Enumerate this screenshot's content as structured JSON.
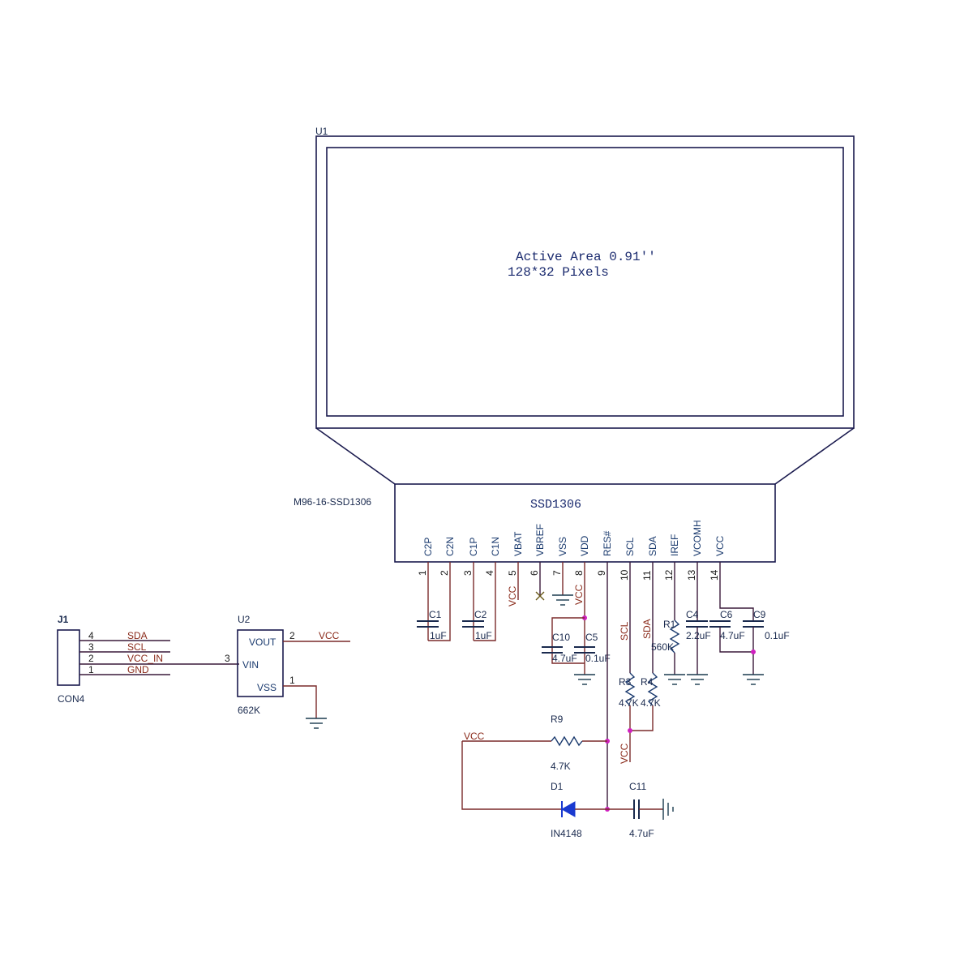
{
  "u1": {
    "ref": "U1",
    "part": "M96-16-SSD1306",
    "active_area_line1": "Active Area 0.91''",
    "active_area_line2": "128*32 Pixels",
    "controller": "SSD1306",
    "pins": [
      {
        "num": "1",
        "name": "C2P"
      },
      {
        "num": "2",
        "name": "C2N"
      },
      {
        "num": "3",
        "name": "C1P"
      },
      {
        "num": "4",
        "name": "C1N"
      },
      {
        "num": "5",
        "name": "VBAT"
      },
      {
        "num": "6",
        "name": "VBREF"
      },
      {
        "num": "7",
        "name": "VSS"
      },
      {
        "num": "8",
        "name": "VDD"
      },
      {
        "num": "9",
        "name": "RES#"
      },
      {
        "num": "10",
        "name": "SCL"
      },
      {
        "num": "11",
        "name": "SDA"
      },
      {
        "num": "12",
        "name": "IREF"
      },
      {
        "num": "13",
        "name": "VCOMH"
      },
      {
        "num": "14",
        "name": "VCC"
      }
    ]
  },
  "nets": {
    "pin5": "VCC",
    "pin8": "VCC",
    "pin10": "SCL",
    "pin11": "SDA",
    "pullup_vcc": "VCC",
    "reset_vcc": "VCC",
    "u2_out": "VCC"
  },
  "components": {
    "c1": {
      "ref": "C1",
      "value": "1uF"
    },
    "c2": {
      "ref": "C2",
      "value": "1uF"
    },
    "c10": {
      "ref": "C10",
      "value": "4.7uF"
    },
    "c5": {
      "ref": "C5",
      "value": "0.1uF"
    },
    "r1": {
      "ref": "R1",
      "value": "560K"
    },
    "c4": {
      "ref": "C4",
      "value": "2.2uF"
    },
    "c6": {
      "ref": "C6",
      "value": "4.7uF"
    },
    "c9": {
      "ref": "C9",
      "value": "0.1uF"
    },
    "r3": {
      "ref": "R3",
      "value": "4.7K"
    },
    "r4": {
      "ref": "R4",
      "value": "4.7K"
    },
    "r9": {
      "ref": "R9",
      "value": "4.7K"
    },
    "d1": {
      "ref": "D1",
      "value": "IN4148"
    },
    "c11": {
      "ref": "C11",
      "value": "4.7uF"
    }
  },
  "j1": {
    "ref": "J1",
    "part": "CON4",
    "pins": [
      {
        "num": "4",
        "net": "SDA"
      },
      {
        "num": "3",
        "net": "SCL"
      },
      {
        "num": "2",
        "net": "VCC_IN"
      },
      {
        "num": "1",
        "net": "GND"
      }
    ]
  },
  "u2": {
    "ref": "U2",
    "part": "662K",
    "pins": [
      {
        "num": "2",
        "name": "VOUT"
      },
      {
        "num": "3",
        "name": "VIN"
      },
      {
        "num": "1",
        "name": "VSS"
      }
    ]
  }
}
